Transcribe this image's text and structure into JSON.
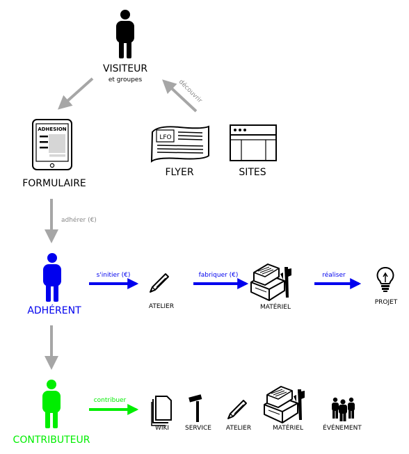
{
  "nodes": {
    "visiteur": {
      "label": "VISITEUR",
      "sublabel": "et groupes"
    },
    "formulaire": {
      "label": "FORMULAIRE",
      "doc_header": "ADHESION"
    },
    "flyer": {
      "label": "FLYER",
      "logo": "LFO"
    },
    "sites": {
      "label": "SITES"
    },
    "adherent": {
      "label": "ADHÉRENT"
    },
    "contributeur": {
      "label": "CONTRIBUTEUR"
    },
    "atelier_adherent": {
      "label": "ATELIER"
    },
    "materiel_adherent": {
      "label": "MATÉRIEL"
    },
    "projet": {
      "label": "PROJET"
    },
    "wiki": {
      "label": "WIKI"
    },
    "service": {
      "label": "SERVICE"
    },
    "atelier_contrib": {
      "label": "ATELIER"
    },
    "materiel_contrib": {
      "label": "MATÉRIEL"
    },
    "evenement": {
      "label": "ÉVÉNEMENT"
    }
  },
  "edges": {
    "decouvrir": "découvrir",
    "adherer": "adhérer (€)",
    "initier": "s'initier (€)",
    "fabriquer": "fabriquer (€)",
    "realiser": "réaliser",
    "contribuer": "contribuer"
  },
  "colors": {
    "visiteur": "#000000",
    "adherent": "#0000ee",
    "contributeur": "#00ee00",
    "gray_arrow": "#a6a6a6",
    "label_gray": "#888888"
  }
}
